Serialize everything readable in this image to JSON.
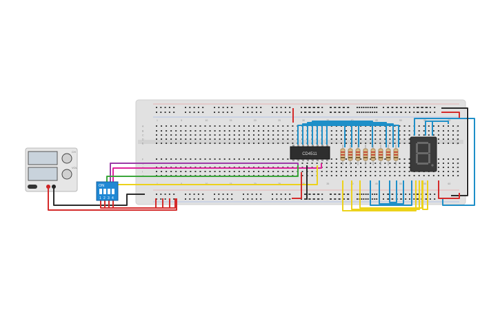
{
  "circuit": {
    "chip_label": "CD4511",
    "dip_switch": {
      "on_label": "ON",
      "numbers": [
        "1",
        "2",
        "3",
        "4"
      ]
    },
    "power_supply": {
      "knob_labels": [
        "CH",
        "VOL"
      ],
      "terminals": [
        "-",
        "+"
      ]
    },
    "display": {
      "digit": "8"
    },
    "breadboard": {
      "column_numbers": [
        "1",
        "5",
        "10",
        "15",
        "20",
        "25",
        "30",
        "35",
        "40",
        "45",
        "50",
        "55",
        "60"
      ],
      "row_letters_top": [
        "A",
        "B",
        "C",
        "D",
        "E"
      ],
      "row_letters_bottom": [
        "F",
        "G",
        "H",
        "I",
        "J"
      ]
    },
    "wire_colors": {
      "red": "#d42a2a",
      "black": "#2b2b2b",
      "blue": "#1e8fc8",
      "yellow": "#ecd21a",
      "purple": "#9b3aa6",
      "magenta": "#e0219a",
      "green": "#3aa63a"
    }
  }
}
